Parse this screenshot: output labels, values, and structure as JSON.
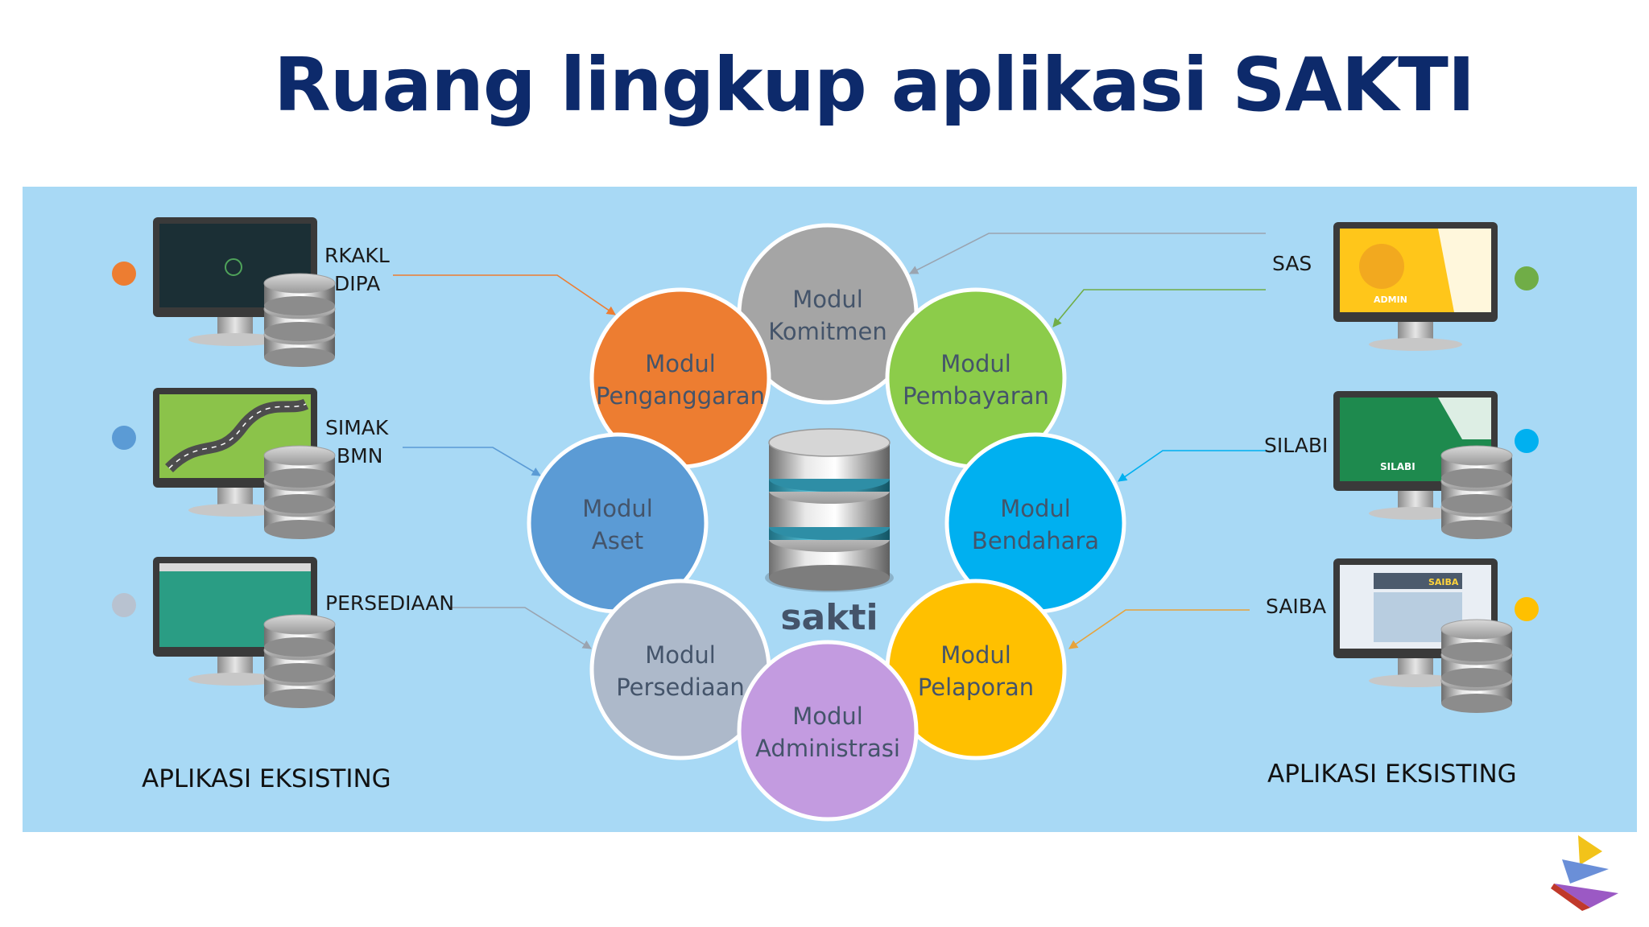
{
  "title": "Ruang lingkup aplikasi SAKTI",
  "center_label": "sakti",
  "left_apps": [
    {
      "line1": "RKAKL",
      "line2": "DIPA",
      "dot_color": "#ed7d31"
    },
    {
      "line1": "SIMAK",
      "line2": "BMN",
      "dot_color": "#5b9bd5"
    },
    {
      "line1": "PERSEDIAAN",
      "line2": "",
      "dot_color": "#b8c2d0"
    }
  ],
  "right_apps": [
    {
      "label": "SAS",
      "dot_color": "#70ad47",
      "screen_text": "ADMIN"
    },
    {
      "label": "SILABI",
      "dot_color": "#00b0f0",
      "screen_text": "SILABI"
    },
    {
      "label": "SAIBA",
      "dot_color": "#ffc000",
      "screen_text": "SAIBA"
    }
  ],
  "section_labels": {
    "left": "APLIKASI EKSISTING",
    "right": "APLIKASI EKSISTING"
  },
  "modules": [
    {
      "id": "komitmen",
      "line1": "Modul",
      "line2": "Komitmen",
      "color": "#a5a5a5"
    },
    {
      "id": "pembayaran",
      "line1": "Modul",
      "line2": "Pembayaran",
      "color": "#8ccc4a"
    },
    {
      "id": "bendahara",
      "line1": "Modul",
      "line2": "Bendahara",
      "color": "#00b0f0"
    },
    {
      "id": "pelaporan",
      "line1": "Modul",
      "line2": "Pelaporan",
      "color": "#ffc000"
    },
    {
      "id": "administrasi",
      "line1": "Modul",
      "line2": "Administrasi",
      "color": "#c39be0"
    },
    {
      "id": "persediaan",
      "line1": "Modul",
      "line2": "Persediaan",
      "color": "#adb9ca"
    },
    {
      "id": "aset",
      "line1": "Modul",
      "line2": "Aset",
      "color": "#5b9bd5"
    },
    {
      "id": "penganggaran",
      "line1": "Modul",
      "line2": "Penganggaran",
      "color": "#ed7d31"
    }
  ]
}
